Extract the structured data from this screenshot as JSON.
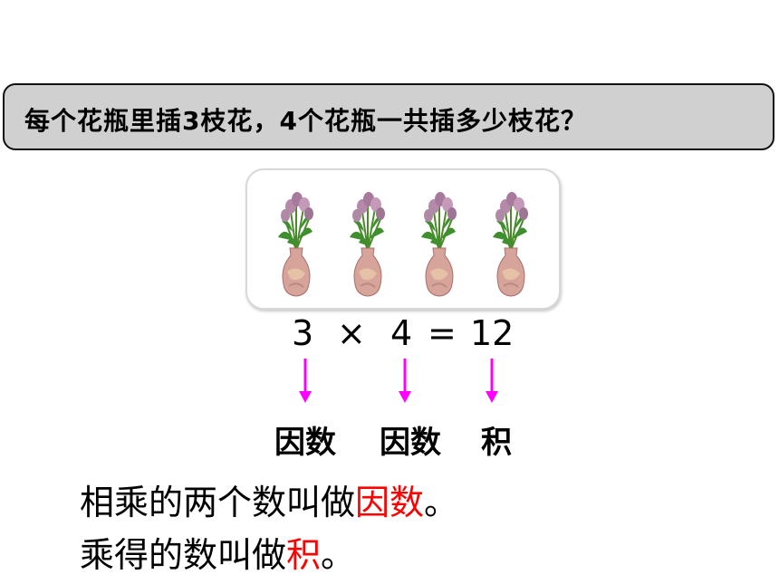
{
  "question": "每个花瓶里插3枝花，4个花瓶一共插多少枝花？",
  "vase_count": 4,
  "equation": {
    "factor1": "3",
    "times": "×",
    "factor2": "4",
    "equals": "=",
    "product": "12"
  },
  "arrow_color": "#ff00ff",
  "labels": {
    "factor1": "因数",
    "factor2": "因数",
    "product": "积"
  },
  "definitions": {
    "line1_prefix": "相乘的两个数叫做",
    "line1_term": "因数",
    "line1_end": "。",
    "line2_prefix": "乘得的数叫做",
    "line2_term": "积",
    "line2_end": "。"
  },
  "highlight_color": "#ff0000"
}
